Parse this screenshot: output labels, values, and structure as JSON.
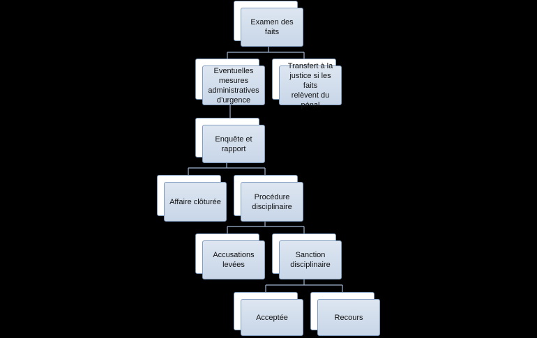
{
  "diagram": {
    "background": "#000000",
    "box_border": "#7f9bbd",
    "connector_color": "#9fb6d4",
    "nodes": {
      "examen": "Examen des faits",
      "mesures": "Eventuelles\nmesures\nadministratives\nd’urgence",
      "transfert": "Transfert à la\njustice si les faits\nrelèvent du\npénal",
      "enquete": "Enquête et\nrapport",
      "cloturee": "Affaire clôturée",
      "procedure": "Procédure\ndisciplinaire",
      "accusations": "Accusations\nlevées",
      "sanction": "Sanction\ndisciplinaire",
      "acceptee": "Acceptée",
      "recours": "Recours"
    }
  }
}
